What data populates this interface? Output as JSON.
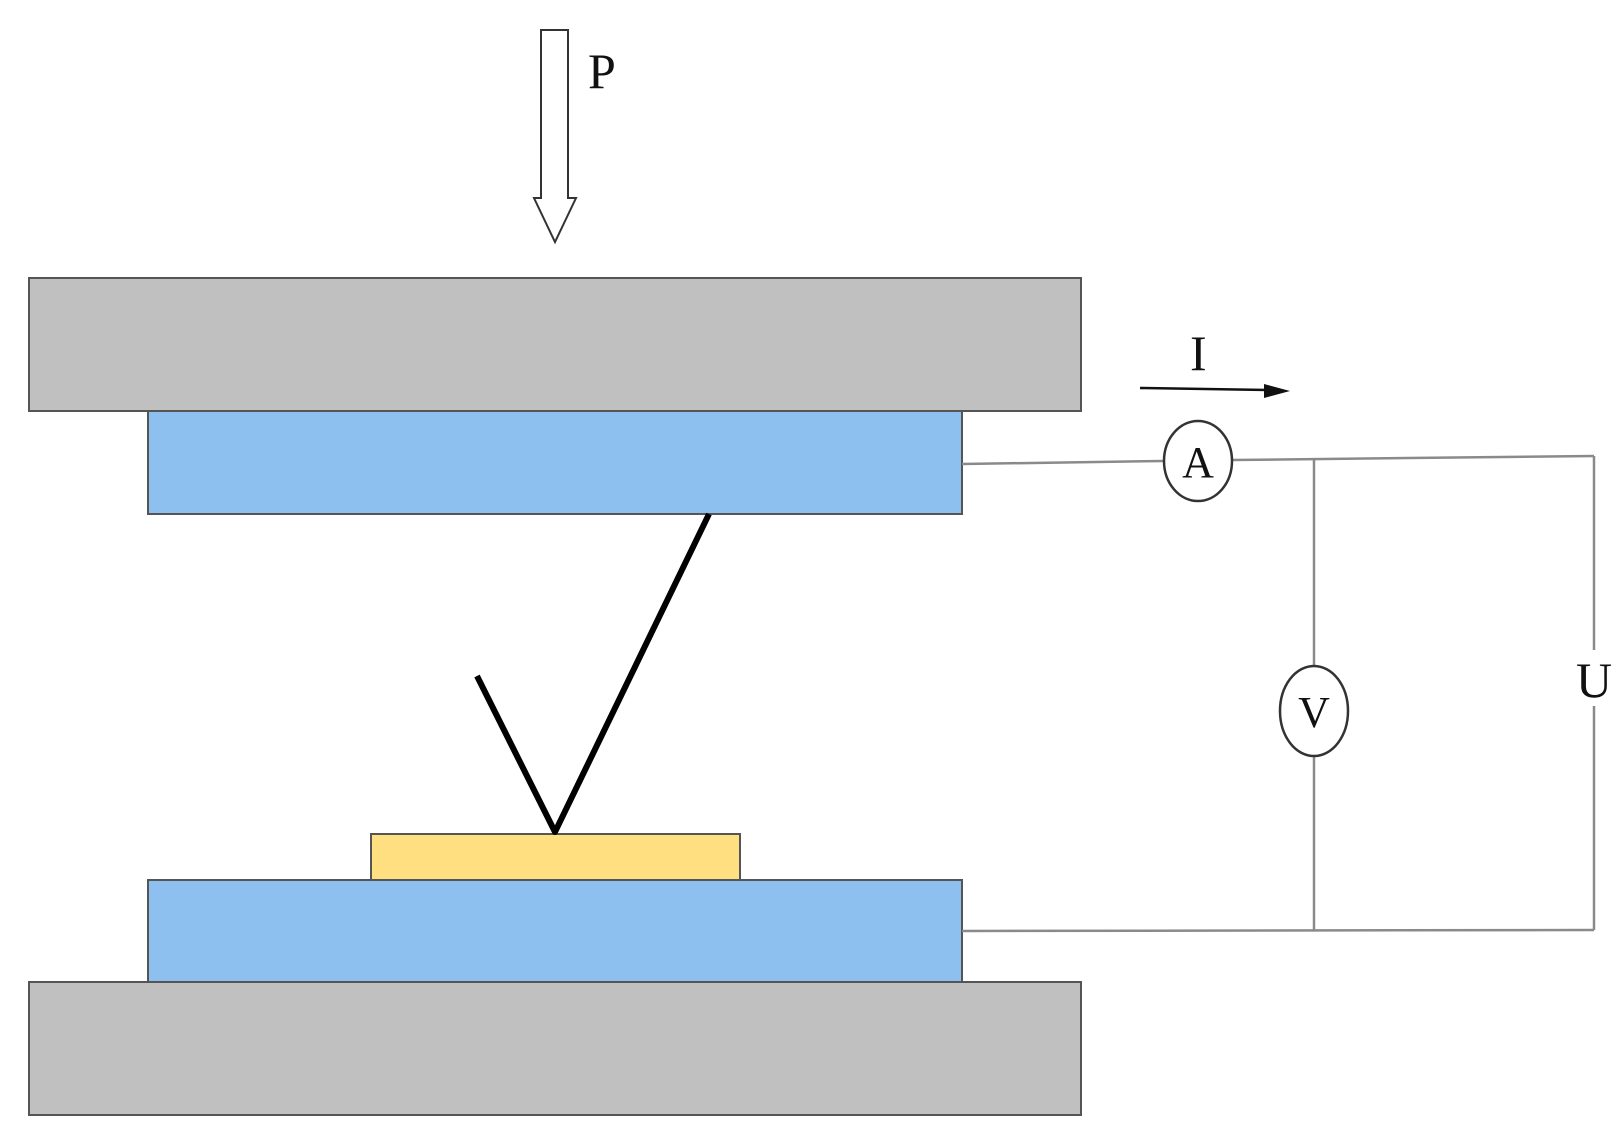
{
  "labels": {
    "force": "P",
    "current": "I",
    "voltage_source": "U"
  },
  "meters": {
    "ammeter": "A",
    "voltmeter": "V"
  },
  "colors": {
    "press_plate": "#c0c0c0",
    "electrode": "#8ec0ef",
    "sample": "#ffdf80",
    "wire": "#8a8a8a",
    "outline": "#333333",
    "fiber": "#000000"
  }
}
